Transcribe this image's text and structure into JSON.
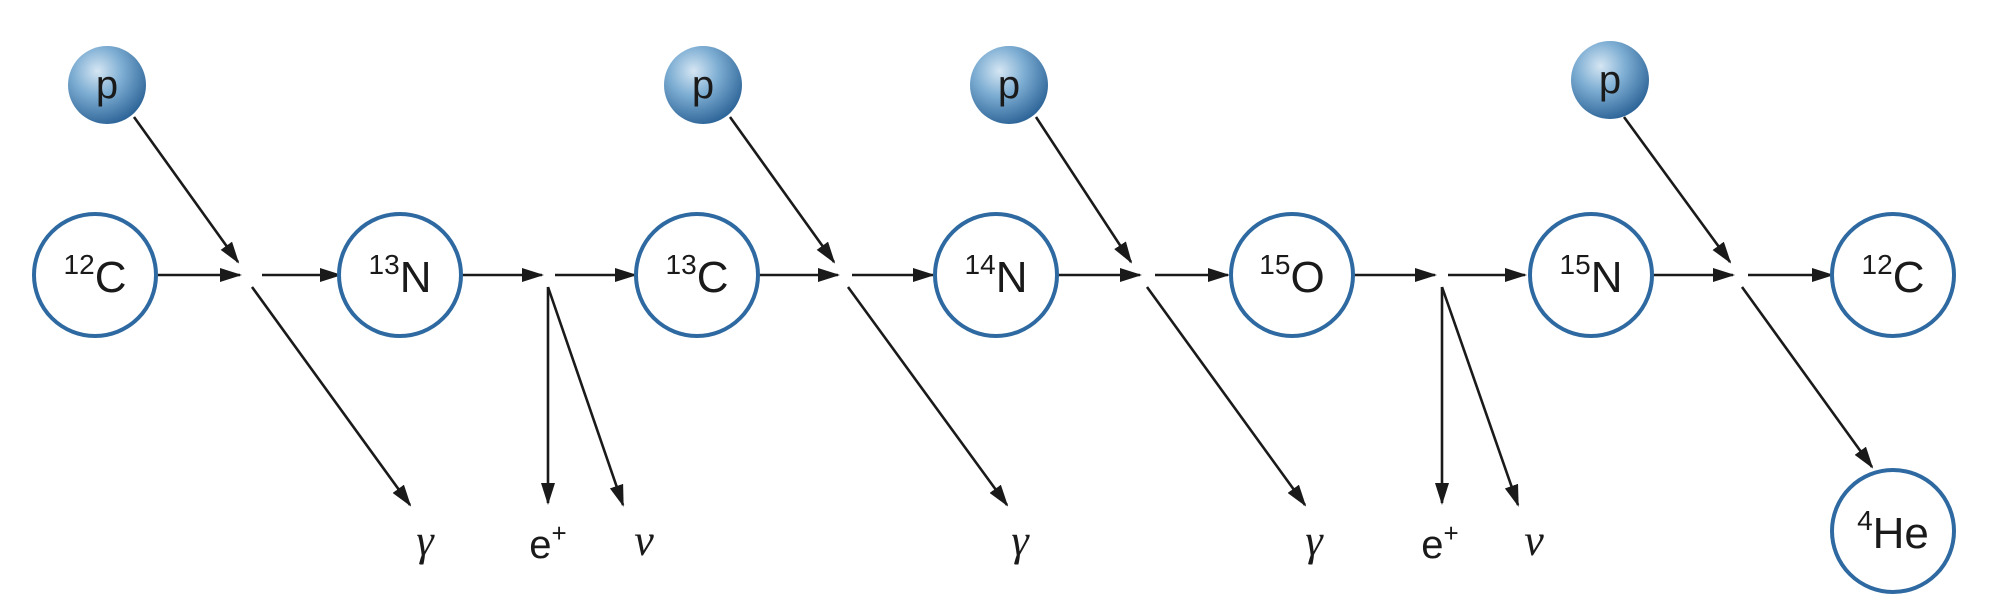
{
  "colors": {
    "ring": "#2e6aa1",
    "proton_light": "#cfe2f1",
    "proton_mid": "#6fa3cc",
    "proton_dark": "#2f6699",
    "ink": "#1a1a1a"
  },
  "proton": {
    "label": "p"
  },
  "nuclei": [
    {
      "id": "c12-start",
      "mass": "12",
      "symbol": "C"
    },
    {
      "id": "n13",
      "mass": "13",
      "symbol": "N"
    },
    {
      "id": "c13",
      "mass": "13",
      "symbol": "C"
    },
    {
      "id": "n14",
      "mass": "14",
      "symbol": "N"
    },
    {
      "id": "o15",
      "mass": "15",
      "symbol": "O"
    },
    {
      "id": "n15",
      "mass": "15",
      "symbol": "N"
    },
    {
      "id": "c12-end",
      "mass": "12",
      "symbol": "C"
    },
    {
      "id": "he4",
      "mass": "4",
      "symbol": "He"
    }
  ],
  "emissions": {
    "gamma": "γ",
    "positron": "e",
    "positron_charge": "+",
    "neutrino": "ν"
  }
}
